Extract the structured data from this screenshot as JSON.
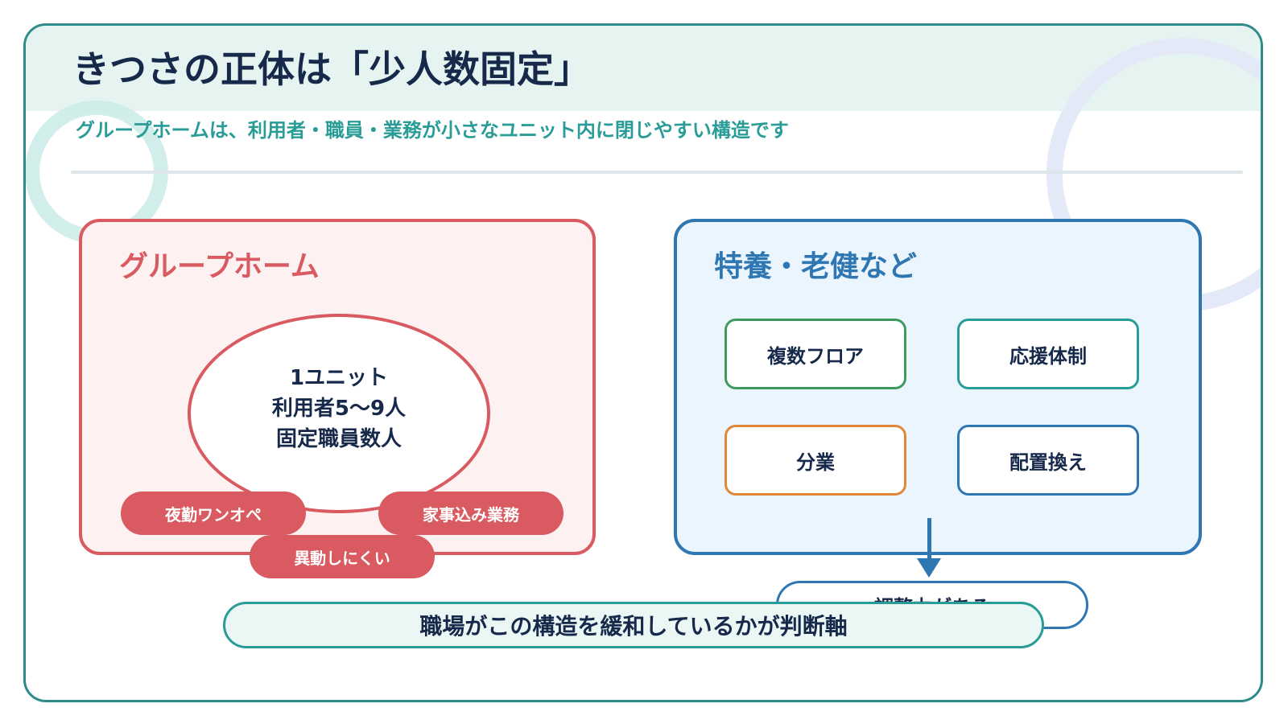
{
  "title": "きつさの正体は「少人数固定」",
  "subtitle": "グループホームは、利用者・職員・業務が小さなユニット内に閉じやすい構造です",
  "group_home": {
    "title": "グループホーム",
    "unit_lines": [
      "1ユニット",
      "利用者5〜9人",
      "固定職員数人"
    ],
    "pills": [
      "夜勤ワンオペ",
      "家事込み業務",
      "異動しにくい"
    ],
    "color": "#d95a60"
  },
  "facilities": {
    "title": "特養・老健など",
    "options": [
      "複数フロア",
      "応援体制",
      "分業",
      "配置換え"
    ],
    "result": "調整力がある",
    "color": "#2f77b3"
  },
  "conclusion": "職場がこの構造を緩和しているかが判断軸",
  "colors": {
    "frame": "#2e8b8a",
    "header_band": "#e6f4f1",
    "title_text": "#16294a",
    "subtitle_text": "#2a9c97",
    "green": "#3f9a5e",
    "orange": "#e0873a"
  }
}
